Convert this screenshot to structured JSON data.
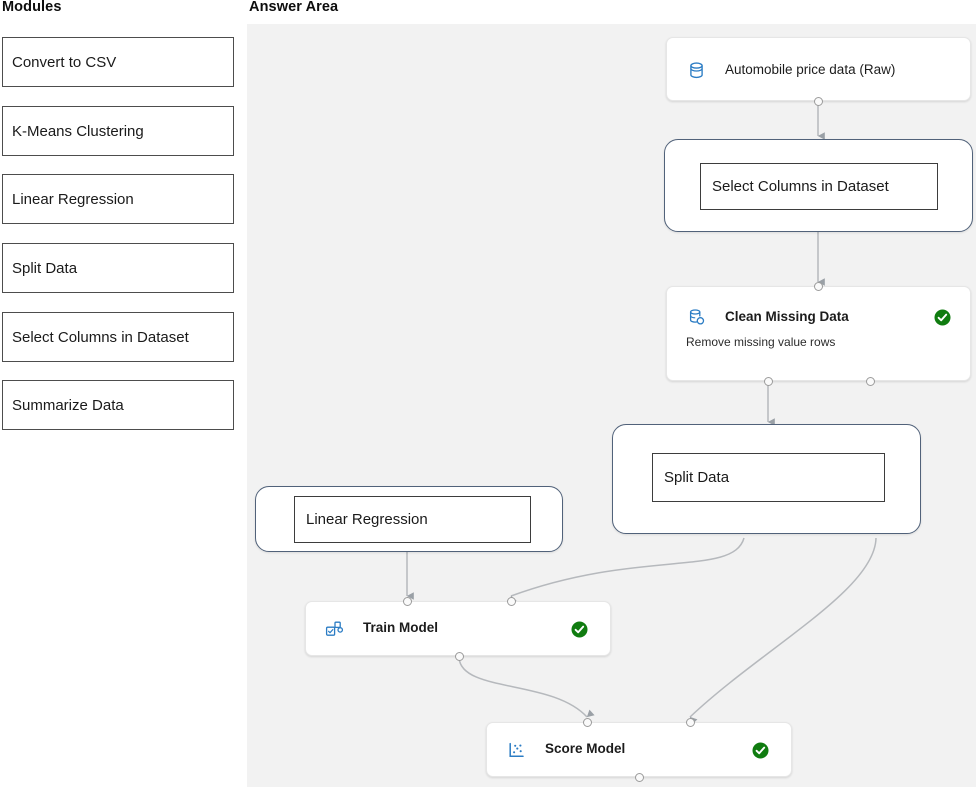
{
  "panels": {
    "modules_heading": "Modules",
    "answer_heading": "Answer Area"
  },
  "modules": {
    "items": [
      {
        "label": "Convert to CSV"
      },
      {
        "label": "K-Means Clustering"
      },
      {
        "label": "Linear Regression"
      },
      {
        "label": "Split Data"
      },
      {
        "label": "Select Columns in Dataset"
      },
      {
        "label": "Summarize Data"
      }
    ]
  },
  "canvas": {
    "background": "#f2f2f2",
    "accent_border": "#51627a",
    "icon_blue": "#3b8ed0",
    "status_green": "#107c10",
    "nodes": [
      {
        "id": "dataset",
        "kind": "card",
        "title": "Automobile price data (Raw)",
        "icon": "database-icon",
        "subtitle": "",
        "status": ""
      },
      {
        "id": "select-columns",
        "kind": "shell",
        "title": "Select Columns in Dataset",
        "icon": "",
        "subtitle": "",
        "status": ""
      },
      {
        "id": "clean-missing",
        "kind": "card",
        "title": "Clean Missing Data",
        "icon": "clean-data-icon",
        "subtitle": "Remove missing value rows",
        "status": "completed-check"
      },
      {
        "id": "split-data",
        "kind": "shell",
        "title": "Split Data",
        "icon": "",
        "subtitle": "",
        "status": ""
      },
      {
        "id": "linear-regression",
        "kind": "shell",
        "title": "Linear Regression",
        "icon": "",
        "subtitle": "",
        "status": ""
      },
      {
        "id": "train-model",
        "kind": "card",
        "title": "Train Model",
        "icon": "train-model-icon",
        "subtitle": "",
        "status": "completed-check"
      },
      {
        "id": "score-model",
        "kind": "card",
        "title": "Score Model",
        "icon": "score-model-icon",
        "subtitle": "",
        "status": "completed-check"
      }
    ],
    "edges": [
      {
        "from": "dataset",
        "to": "select-columns"
      },
      {
        "from": "select-columns",
        "to": "clean-missing"
      },
      {
        "from": "clean-missing",
        "to": "split-data"
      },
      {
        "from": "split-data",
        "to": "train-model"
      },
      {
        "from": "split-data",
        "to": "score-model"
      },
      {
        "from": "linear-regression",
        "to": "train-model"
      },
      {
        "from": "train-model",
        "to": "score-model"
      }
    ]
  }
}
